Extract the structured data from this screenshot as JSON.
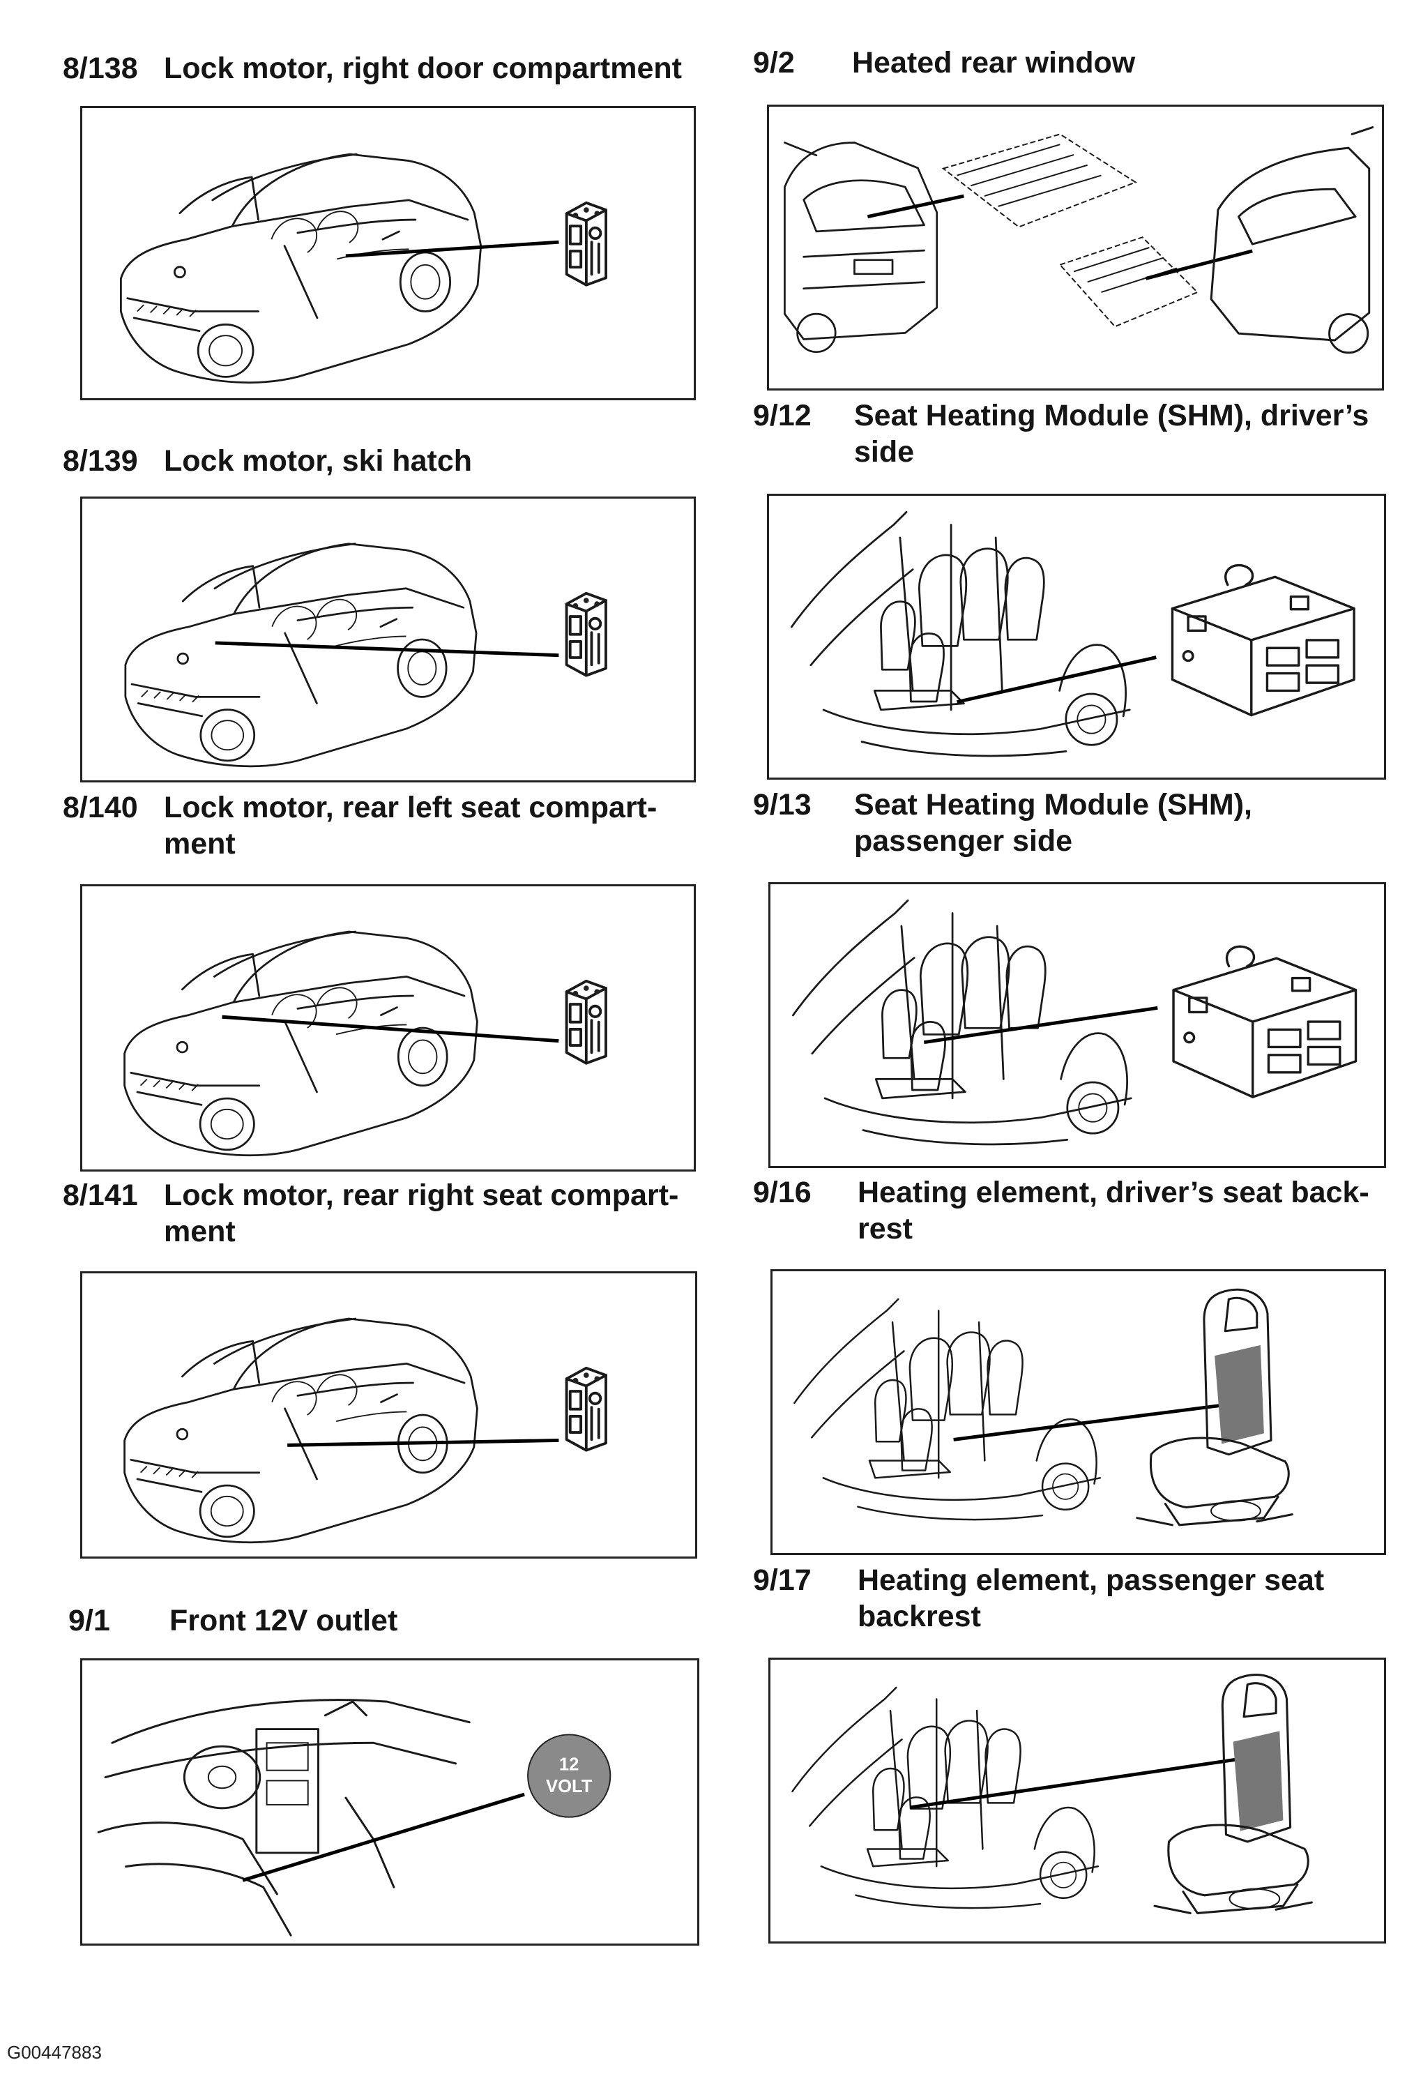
{
  "left_column": [
    {
      "id": "8_138",
      "number": "8/138",
      "title": "Lock motor, right door compartment"
    },
    {
      "id": "8_139",
      "number": "8/139",
      "title": "Lock motor, ski hatch"
    },
    {
      "id": "8_140",
      "number": "8/140",
      "title": "Lock motor, rear left seat compart-ment"
    },
    {
      "id": "8_141",
      "number": "8/141",
      "title": "Lock motor, rear right seat compart-ment"
    },
    {
      "id": "9_1",
      "number": "9/1",
      "title": "Front 12V outlet",
      "badge_text": [
        "12",
        "VOLT"
      ]
    }
  ],
  "right_column": [
    {
      "id": "9_2",
      "number": "9/2",
      "title": "Heated rear window"
    },
    {
      "id": "9_12",
      "number": "9/12",
      "title": "Seat Heating Module (SHM), driver’s side"
    },
    {
      "id": "9_13",
      "number": "9/13",
      "title": "Seat Heating Module (SHM), passenger side"
    },
    {
      "id": "9_16",
      "number": "9/16",
      "title": "Heating element, driver’s seat back-rest"
    },
    {
      "id": "9_17",
      "number": "9/17",
      "title": "Heating element, passenger seat backrest"
    }
  ],
  "footer": {
    "code": "G00447883"
  }
}
